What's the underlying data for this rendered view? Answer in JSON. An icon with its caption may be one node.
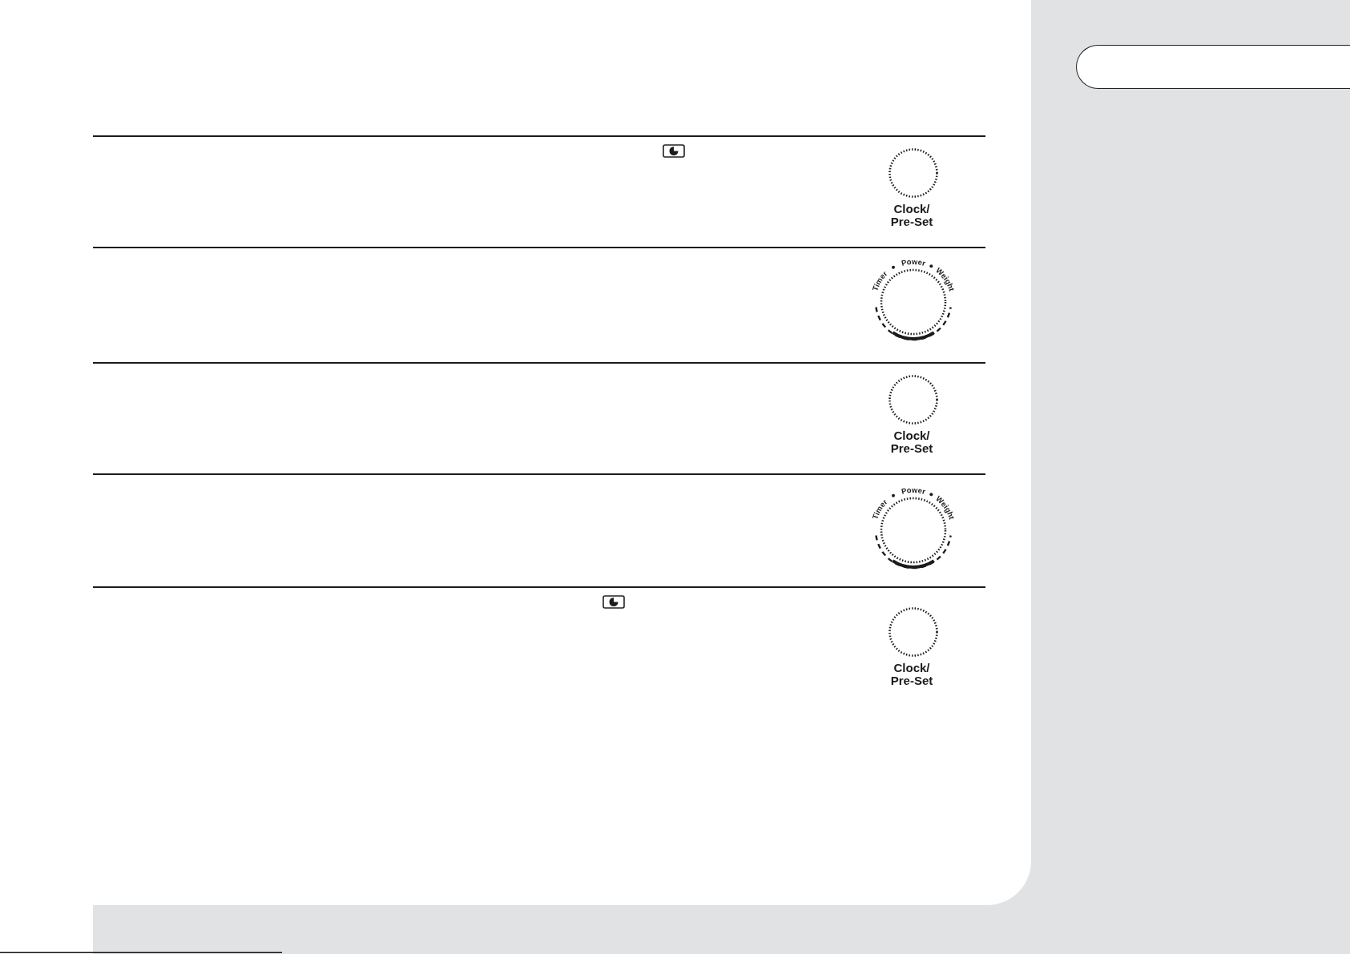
{
  "diagram": {
    "nodes": [
      {
        "text": [
          "Clock/ Pre-Set"
        ]
      },
      {
        "text": [
          "Timer",
          "Power",
          "Weight"
        ]
      },
      {
        "text": [
          "Clock/ Pre-Set"
        ]
      },
      {
        "text": [
          "Timer",
          "Power",
          "Weight"
        ]
      },
      {
        "text": [
          "Clock/ Pre-Set"
        ]
      }
    ]
  }
}
